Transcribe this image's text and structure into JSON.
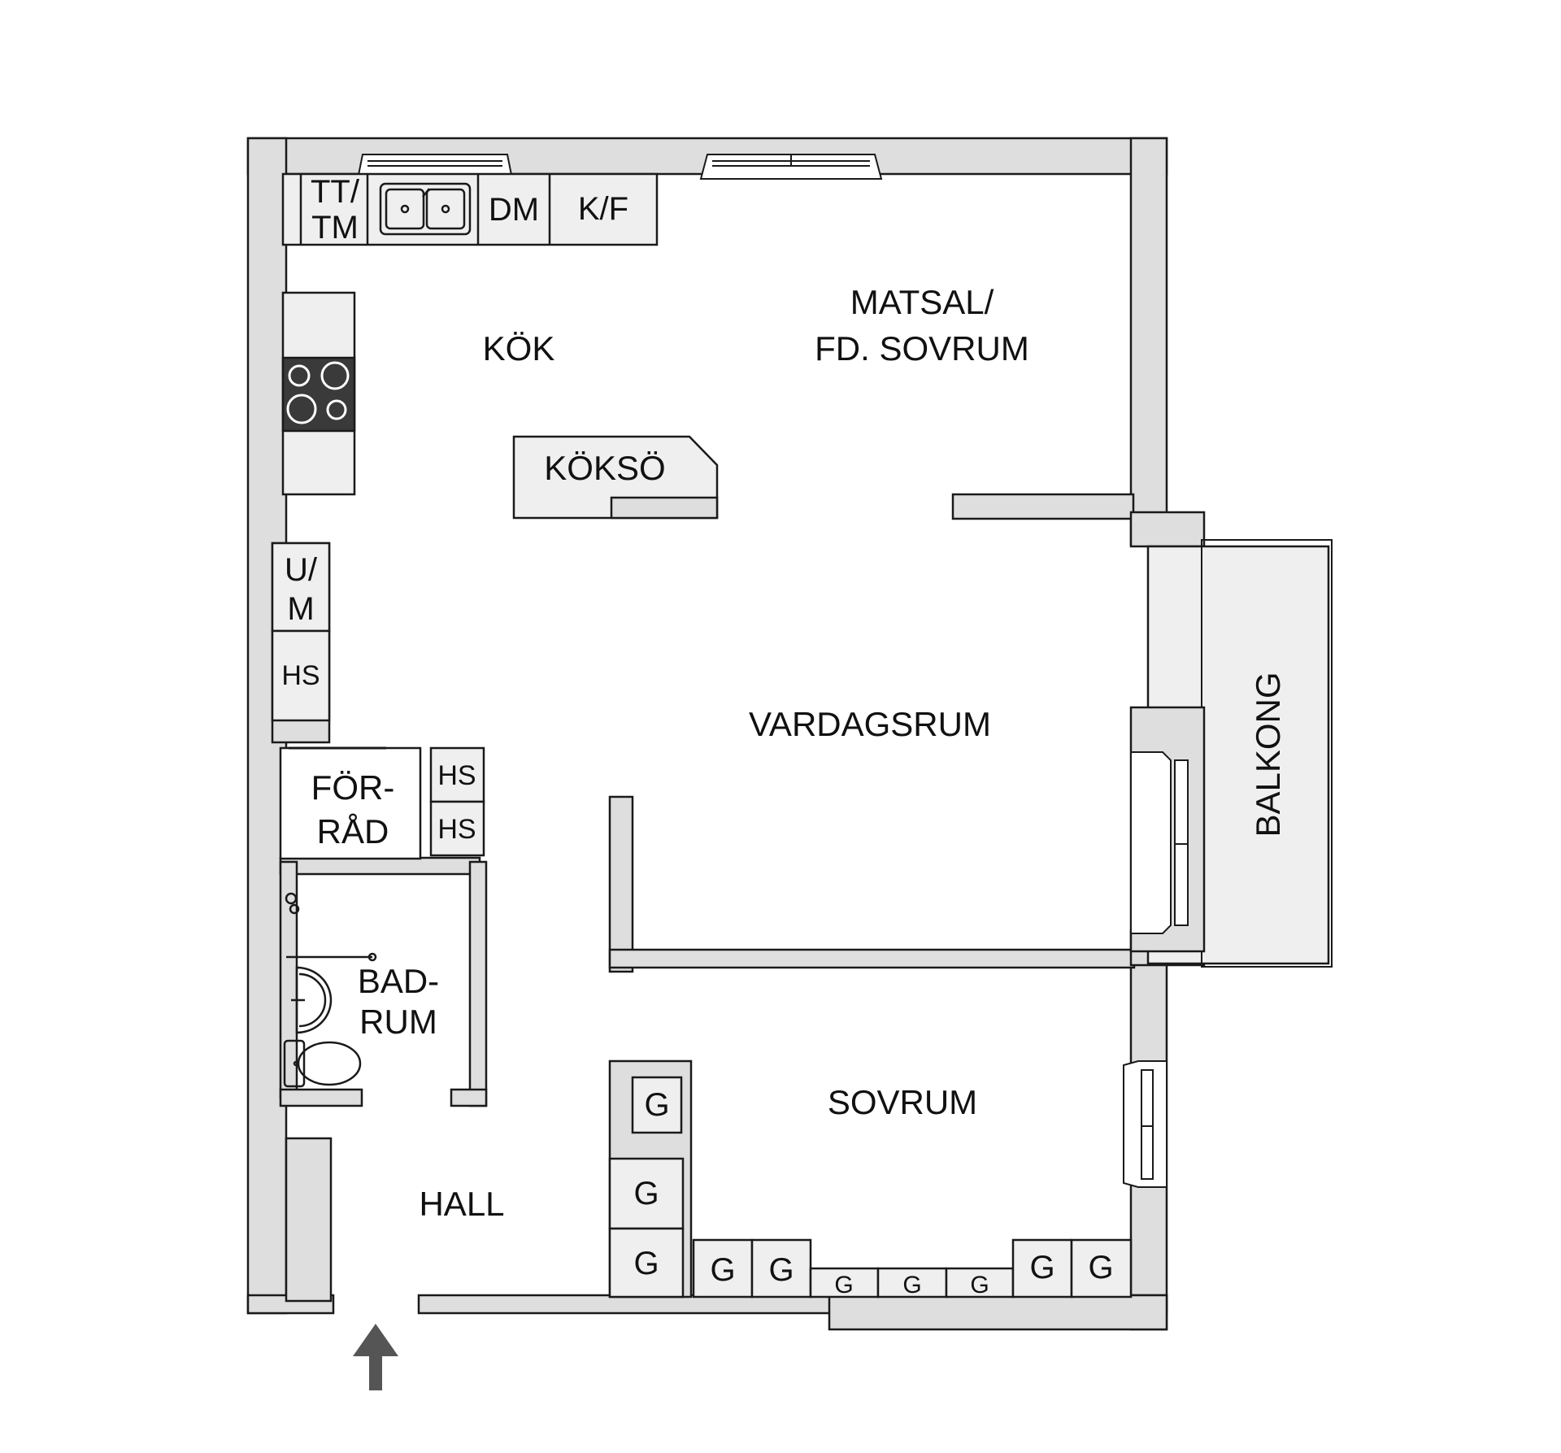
{
  "colors": {
    "wall": "#dedede",
    "fixture": "#efefef",
    "outline": "#1a1a1a",
    "stove": "#3a3a3a",
    "arrow": "#555555",
    "background": "#ffffff"
  },
  "rooms": {
    "kok": "KÖK",
    "matsal_line1": "MATSAL/",
    "matsal_line2": "FD. SOVRUM",
    "vardagsrum": "VARDAGSRUM",
    "balkong": "BALKONG",
    "forrad_line1": "FÖR-",
    "forrad_line2": "RÅD",
    "badrum_line1": "BAD-",
    "badrum_line2": "RUM",
    "hall": "HALL",
    "sovrum": "SOVRUM"
  },
  "fixtures": {
    "tt_line1": "TT/",
    "tt_line2": "TM",
    "dm": "DM",
    "kf": "K/F",
    "koksö": "KÖKSÖ",
    "um_line1": "U/",
    "um_line2": "M",
    "hs": "HS",
    "wardrobe": "G"
  },
  "icons": [
    "sink-icon",
    "stove-icon",
    "shower-icon",
    "washbasin-icon",
    "toilet-icon",
    "entrance-arrow-icon"
  ]
}
